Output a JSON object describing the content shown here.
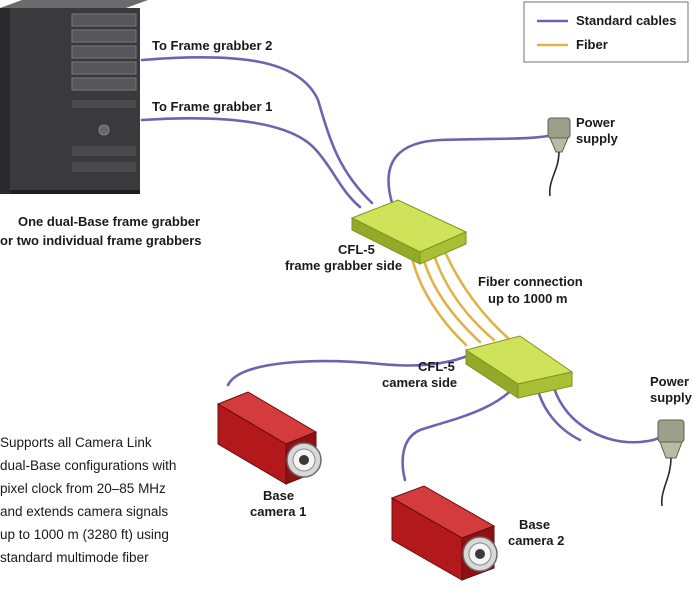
{
  "colors": {
    "standard_cable": "#6f63b0",
    "fiber": "#e0b24a",
    "box_top": "#cfe35a",
    "box_side": "#93a92a",
    "camera_red": "#b3181b",
    "pc_dark": "#3a3a3c"
  },
  "legend": {
    "standard": "Standard cables",
    "fiber": "Fiber"
  },
  "computer": {
    "caption_line1": "One dual-Base frame grabber",
    "caption_line2": "or two individual frame grabbers",
    "link2": "To Frame grabber 2",
    "link1": "To Frame grabber 1"
  },
  "power_top": {
    "line1": "Power",
    "line2": "supply"
  },
  "power_bottom": {
    "line1": "Power",
    "line2": "supply"
  },
  "cfl_fg": {
    "line1": "CFL-5",
    "line2": "frame grabber side"
  },
  "fiber_connection": {
    "line1": "Fiber connection",
    "line2": "up to 1000 m"
  },
  "cfl_cam": {
    "line1": "CFL-5",
    "line2": "camera side"
  },
  "camera1": {
    "line1": "Base",
    "line2": "camera 1"
  },
  "camera2": {
    "line1": "Base",
    "line2": "camera 2"
  },
  "description": [
    "Supports all Camera Link",
    "dual-Base configurations with",
    "pixel clock from 20–85 MHz",
    "and extends camera signals",
    "up to 1000 m (3280 ft) using",
    "standard multimode fiber"
  ]
}
